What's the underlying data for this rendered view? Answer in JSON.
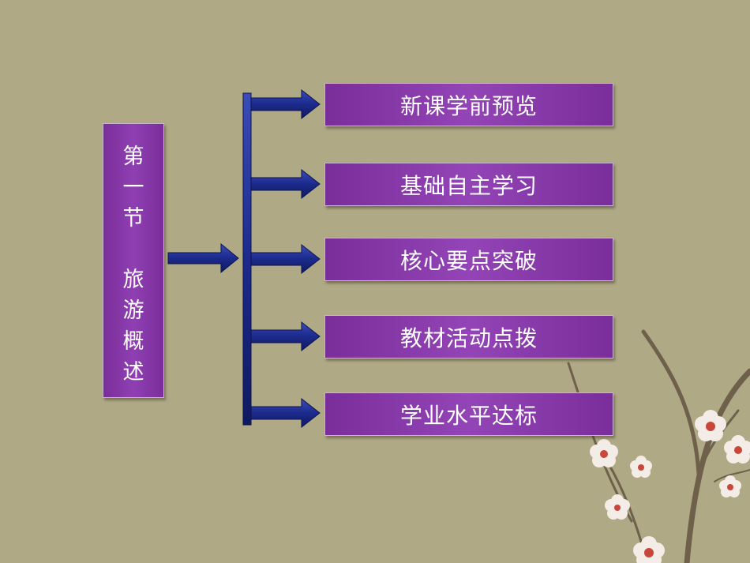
{
  "title": {
    "chars_top": [
      "第",
      "一",
      "节"
    ],
    "chars_bottom": [
      "旅",
      "游",
      "概",
      "述"
    ]
  },
  "menu": [
    {
      "label": "新课学前预览"
    },
    {
      "label": "基础自主学习"
    },
    {
      "label": "核心要点突破"
    },
    {
      "label": "教材活动点拨"
    },
    {
      "label": "学业水平达标"
    }
  ],
  "colors": {
    "background": "#afa986",
    "box_fill": "#8a3aad",
    "arrow_fill": "#1c2a8c",
    "blossom_petal": "#f4ece6",
    "blossom_center": "#c8463a",
    "branch": "#6e604a"
  }
}
